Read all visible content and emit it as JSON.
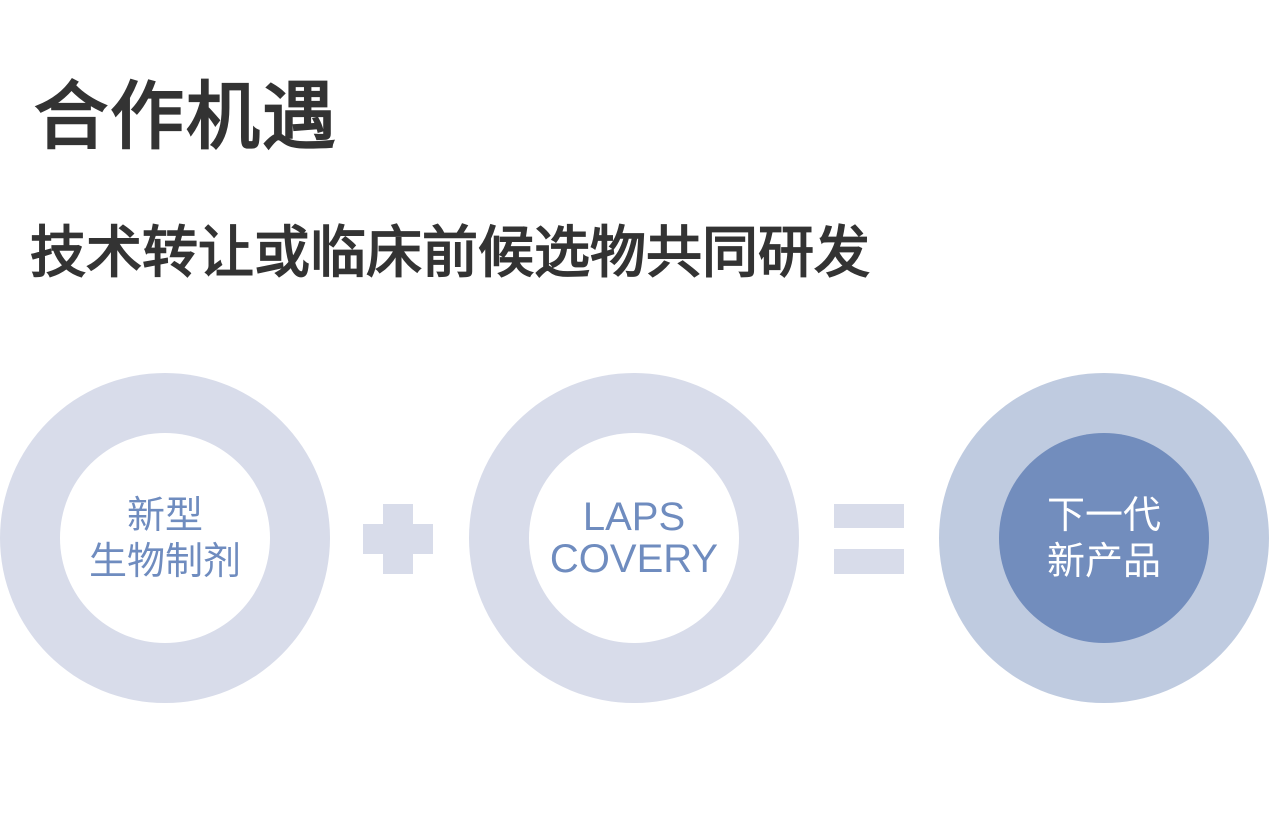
{
  "title": "合作机遇",
  "subtitle": "技术转让或临床前候选物共同研发",
  "circles": [
    {
      "line1": "新型",
      "line2": "生物制剂"
    },
    {
      "line1": "LAPS",
      "line2": "COVERY"
    },
    {
      "line1": "下一代",
      "line2": "新产品"
    }
  ],
  "colors": {
    "ring": "#d8dcea",
    "ring_result": "#bfcbe0",
    "accent": "#728dbd",
    "text_dark": "#333333"
  }
}
